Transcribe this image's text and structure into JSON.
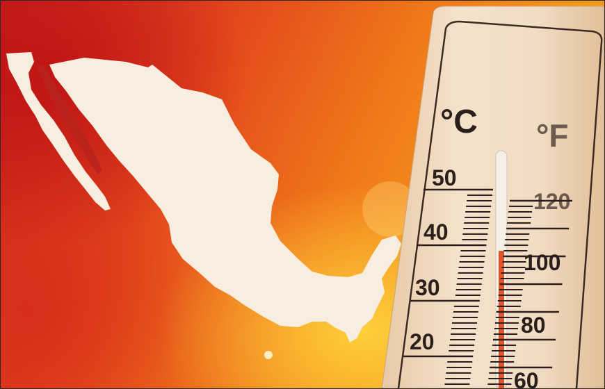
{
  "image": {
    "subject": "Mexico heat wave illustration",
    "colors": {
      "hot_red": "#c81e1e",
      "orange": "#f0781a",
      "yellow": "#ffd16a",
      "map_fill": "#f7eee0",
      "wood": "#f1dcc4",
      "mercury": "#e0552a"
    }
  },
  "thermometer": {
    "celsius_unit": "°C",
    "fahrenheit_unit": "°F",
    "celsius_labels": [
      "50",
      "40",
      "30",
      "20"
    ],
    "fahrenheit_labels": [
      "120",
      "100",
      "80",
      "60"
    ],
    "reading_celsius": 37
  }
}
